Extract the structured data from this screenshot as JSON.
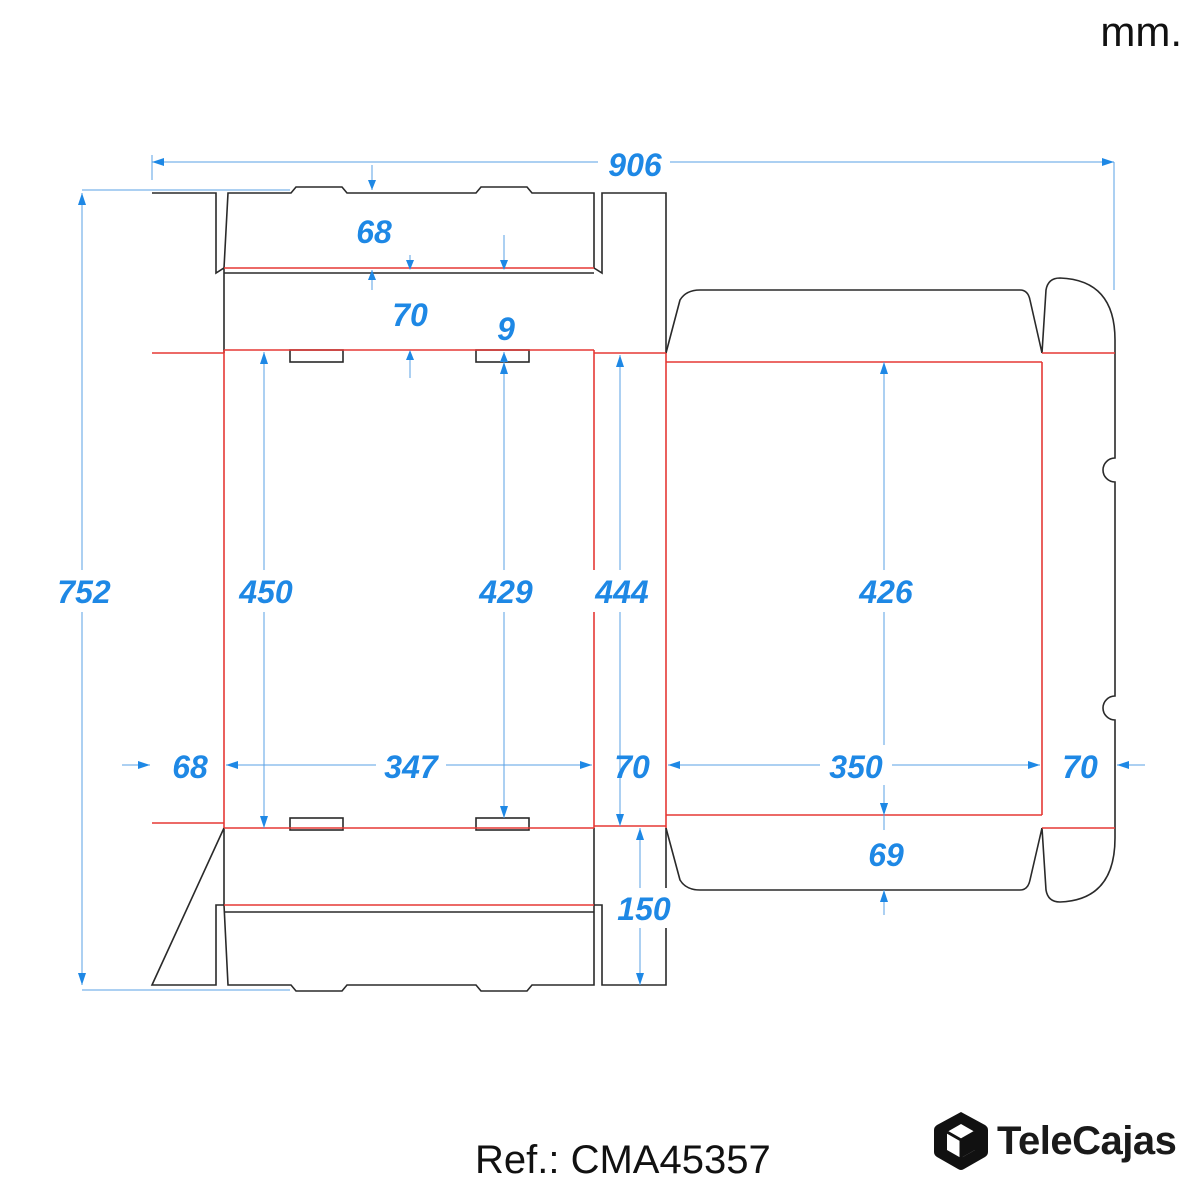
{
  "unit_label": "mm.",
  "reference": "Ref.: CMA45357",
  "brand": {
    "name": "TeleCajas",
    "logo_icon": "cube-hexagon-icon"
  },
  "colors": {
    "dimension": "#1e88e5",
    "fold_line": "#e53935",
    "cut_line": "#2a2a2a",
    "dimension_line": "#5aa0e6"
  },
  "dimensions": {
    "total_width": "906",
    "total_height": "752",
    "top_flap_depth": "68",
    "top_panel_depth": "70",
    "slot_depth": "9",
    "left_side_height": "450",
    "center_height": "429",
    "right_side_height": "444",
    "lid_height": "426",
    "left_flap_width": "68",
    "base_width": "347",
    "side_width": "70",
    "lid_width": "350",
    "lid_flap_width": "70",
    "lid_front_depth": "69",
    "lower_height": "150"
  }
}
